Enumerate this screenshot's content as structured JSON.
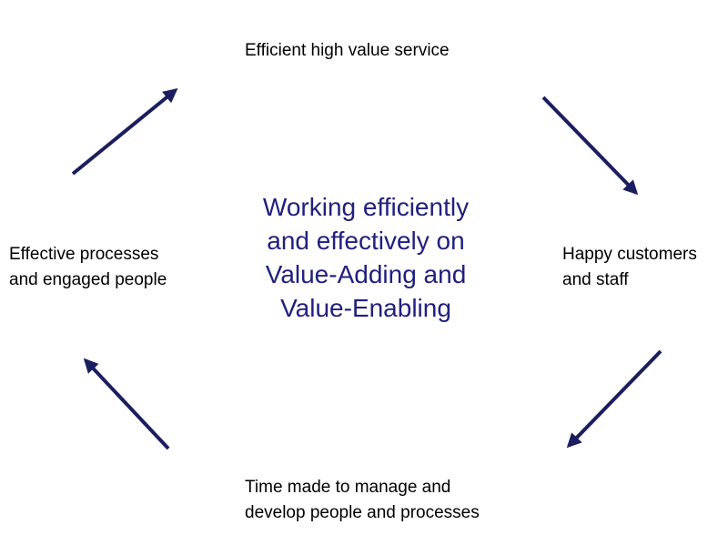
{
  "colors": {
    "arrow": "#1b1e5e",
    "center_text": "#21207f",
    "node_text": "#000000"
  },
  "cycle": {
    "center": {
      "lines": [
        "Working efficiently",
        "and effectively on",
        "Value-Adding and",
        "Value-Enabling"
      ]
    },
    "nodes": {
      "top": {
        "lines": [
          "Efficient high value service"
        ]
      },
      "right": {
        "lines": [
          "Happy customers",
          "and staff"
        ]
      },
      "bottom": {
        "lines": [
          "Time made to manage and",
          "develop people and processes"
        ]
      },
      "left": {
        "lines": [
          "Effective processes",
          "and engaged people"
        ]
      }
    },
    "arrows": [
      {
        "from": "left",
        "to": "top"
      },
      {
        "from": "top",
        "to": "right"
      },
      {
        "from": "right",
        "to": "bottom"
      },
      {
        "from": "bottom",
        "to": "left"
      }
    ]
  }
}
